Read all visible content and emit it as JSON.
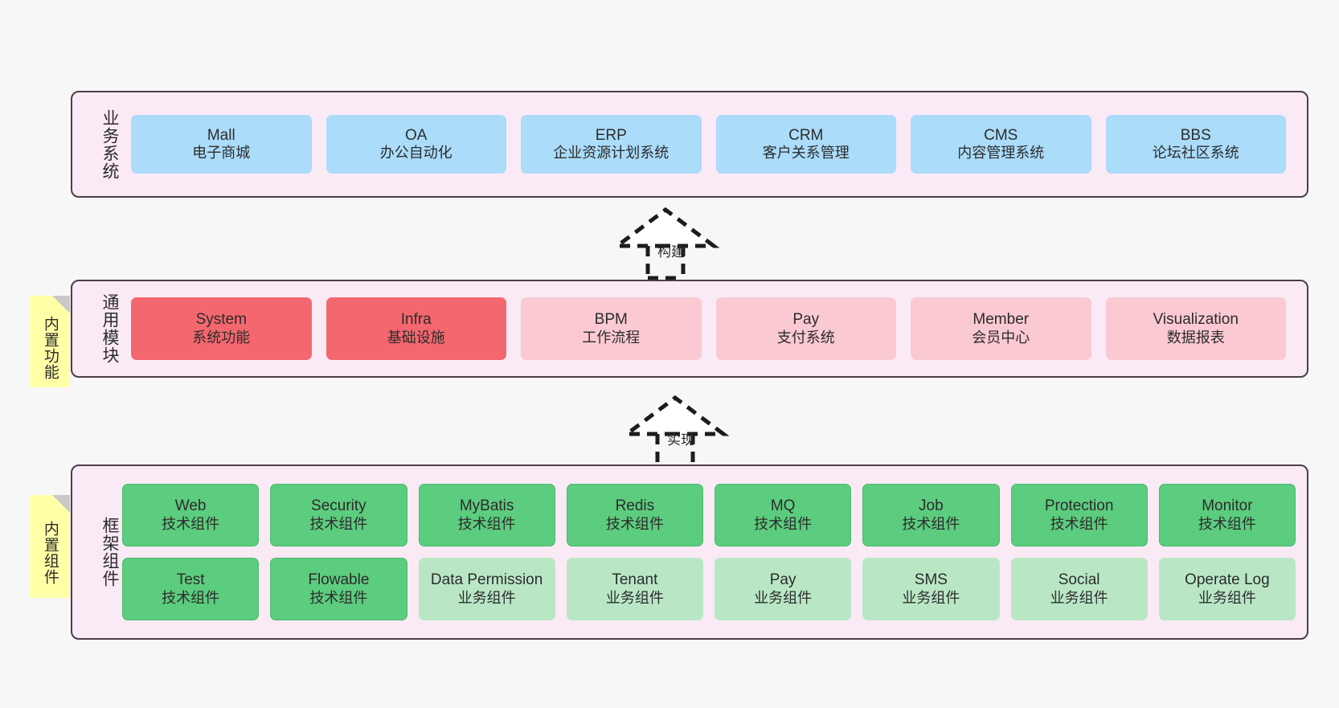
{
  "diagram": {
    "background_color": "#f7f7f7",
    "panel_fill": "#faeaf5",
    "panel_border": "#4c3d4b",
    "sticky_color": "#ffffa8",
    "sticky_fold_color": "#c9c9c9"
  },
  "layers": [
    {
      "id": "business-systems",
      "title": "业务系统",
      "card_color": "#abdcfa",
      "cards": [
        {
          "name": "Mall",
          "desc": "电子商城",
          "style": "blue"
        },
        {
          "name": "OA",
          "desc": "办公自动化",
          "style": "blue"
        },
        {
          "name": "ERP",
          "desc": "企业资源计划系统",
          "style": "blue"
        },
        {
          "name": "CRM",
          "desc": "客户关系管理",
          "style": "blue"
        },
        {
          "name": "CMS",
          "desc": "内容管理系统",
          "style": "blue"
        },
        {
          "name": "BBS",
          "desc": "论坛社区系统",
          "style": "blue"
        }
      ]
    },
    {
      "id": "common-modules",
      "title": "通用模块",
      "sticky": "内置功能",
      "cards": [
        {
          "name": "System",
          "desc": "系统功能",
          "style": "red"
        },
        {
          "name": "Infra",
          "desc": "基础设施",
          "style": "red"
        },
        {
          "name": "BPM",
          "desc": "工作流程",
          "style": "pink"
        },
        {
          "name": "Pay",
          "desc": "支付系统",
          "style": "pink"
        },
        {
          "name": "Member",
          "desc": "会员中心",
          "style": "pink"
        },
        {
          "name": "Visualization",
          "desc": "数据报表",
          "style": "pink"
        }
      ]
    },
    {
      "id": "framework-components",
      "title": "框架组件",
      "sticky": "内置组件",
      "rows": [
        [
          {
            "name": "Web",
            "desc": "技术组件",
            "style": "green"
          },
          {
            "name": "Security",
            "desc": "技术组件",
            "style": "green"
          },
          {
            "name": "MyBatis",
            "desc": "技术组件",
            "style": "green"
          },
          {
            "name": "Redis",
            "desc": "技术组件",
            "style": "green"
          },
          {
            "name": "MQ",
            "desc": "技术组件",
            "style": "green"
          },
          {
            "name": "Job",
            "desc": "技术组件",
            "style": "green"
          },
          {
            "name": "Protection",
            "desc": "技术组件",
            "style": "green"
          },
          {
            "name": "Monitor",
            "desc": "技术组件",
            "style": "green"
          }
        ],
        [
          {
            "name": "Test",
            "desc": "技术组件",
            "style": "green"
          },
          {
            "name": "Flowable",
            "desc": "技术组件",
            "style": "green"
          },
          {
            "name": "Data Permission",
            "desc": "业务组件",
            "style": "lgreen"
          },
          {
            "name": "Tenant",
            "desc": "业务组件",
            "style": "lgreen"
          },
          {
            "name": "Pay",
            "desc": "业务组件",
            "style": "lgreen"
          },
          {
            "name": "SMS",
            "desc": "业务组件",
            "style": "lgreen"
          },
          {
            "name": "Social",
            "desc": "业务组件",
            "style": "lgreen"
          },
          {
            "name": "Operate Log",
            "desc": "业务组件",
            "style": "lgreen"
          }
        ]
      ]
    }
  ],
  "connectors": [
    {
      "id": "build-arrow",
      "label": "构建",
      "from": "common-modules",
      "to": "business-systems"
    },
    {
      "id": "implement-arrow",
      "label": "实现",
      "from": "framework-components",
      "to": "common-modules"
    }
  ]
}
